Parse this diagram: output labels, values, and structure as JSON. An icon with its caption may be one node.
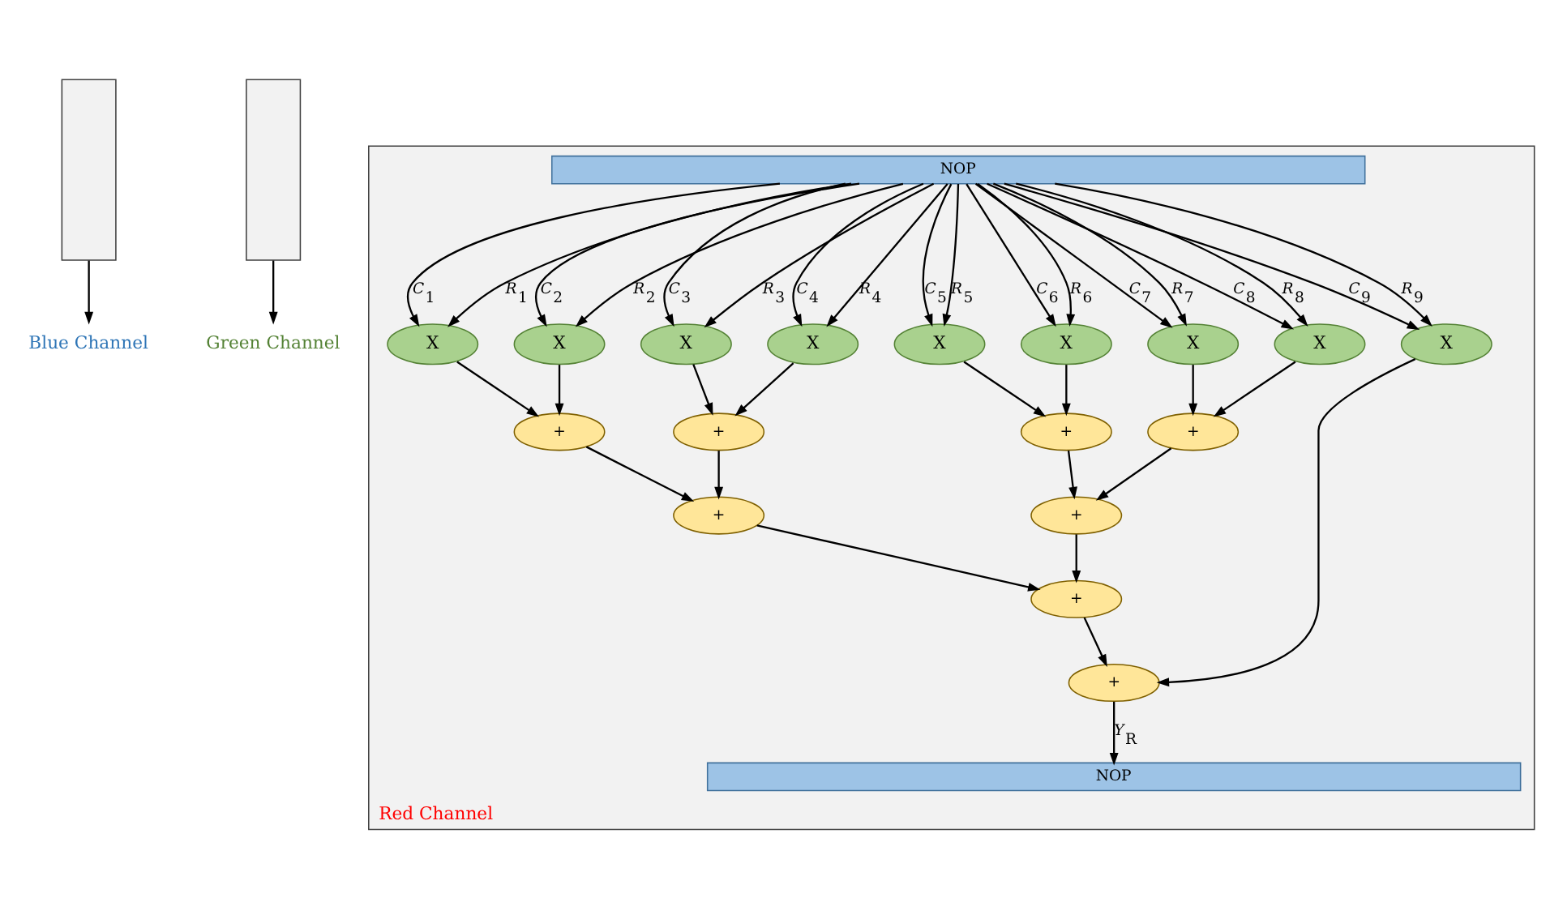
{
  "diagram": {
    "nodes": [
      {
        "text": [],
        "shape": "box"
      },
      {
        "text": [],
        "shape": "box"
      },
      {
        "text": [
          "Red Channel"
        ]
      },
      {
        "text": [
          "NOP"
        ],
        "in": 2
      },
      {
        "text": [
          "X"
        ],
        "in": 2
      },
      {
        "text": [
          "X"
        ],
        "in": 2
      },
      {
        "text": [
          "X"
        ],
        "in": 2
      },
      {
        "text": [
          "X"
        ],
        "in": 2
      },
      {
        "text": [
          "X"
        ],
        "in": 2
      },
      {
        "text": [
          "X"
        ],
        "in": 2
      },
      {
        "text": [
          "X"
        ],
        "in": 2
      },
      {
        "text": [
          "X"
        ],
        "in": 2
      },
      {
        "text": [
          "X"
        ],
        "in": 2
      },
      {
        "text": [
          "+"
        ],
        "in": 2
      },
      {
        "text": [
          "+"
        ],
        "in": 2
      },
      {
        "text": [
          "+"
        ],
        "in": 2
      },
      {
        "text": [
          "+"
        ],
        "in": 2
      },
      {
        "text": [
          "+"
        ],
        "in": 2
      },
      {
        "text": [
          "+"
        ],
        "in": 2
      },
      {
        "text": [
          "+"
        ],
        "in": 2
      },
      {
        "text": [
          "+"
        ],
        "in": 2
      },
      {
        "text": [
          "NOP"
        ],
        "in": 2
      },
      {
        "text": [
          "Green Channel"
        ]
      },
      {
        "text": [
          "Blue Channel"
        ]
      }
    ],
    "edges": [
      {
        "from": 3,
        "to": 4,
        "arrow": "to",
        "label": "*C*$_{1}$"
      },
      {
        "from": 3,
        "to": 4,
        "arrow": "to",
        "label": "*R*$_{1}$"
      },
      {
        "from": 3,
        "to": 5,
        "arrow": "to",
        "label": "*C*$_{2}$"
      },
      {
        "from": 3,
        "to": 5,
        "arrow": "to",
        "label": "*R*$_{2}$"
      },
      {
        "from": 3,
        "to": 6,
        "arrow": "to",
        "label": "*C*$_{3}$"
      },
      {
        "from": 3,
        "to": 6,
        "arrow": "to",
        "label": "*R*$_{3}$"
      },
      {
        "from": 3,
        "to": 7,
        "arrow": "to",
        "label": "*C*$_{4}$"
      },
      {
        "from": 3,
        "to": 7,
        "arrow": "to",
        "label": "*R*$_{4}$"
      },
      {
        "from": 3,
        "to": 8,
        "arrow": "to",
        "label": "*C*$_{5}$"
      },
      {
        "from": 3,
        "to": 8,
        "arrow": "to",
        "label": "*R*$_{5}$"
      },
      {
        "from": 3,
        "to": 9,
        "arrow": "to",
        "label": "*C*$_{6}$"
      },
      {
        "from": 3,
        "to": 9,
        "arrow": "to",
        "label": "*R*$_{6}$"
      },
      {
        "from": 3,
        "to": 10,
        "arrow": "to",
        "label": "*C*$_{7}$"
      },
      {
        "from": 3,
        "to": 10,
        "arrow": "to",
        "label": "*R*$_{7}$"
      },
      {
        "from": 3,
        "to": 11,
        "arrow": "to",
        "label": "*C*$_{8}$"
      },
      {
        "from": 3,
        "to": 11,
        "arrow": "to",
        "label": "*R*$_{8}$"
      },
      {
        "from": 3,
        "to": 12,
        "arrow": "to",
        "label": "*C*$_{9}$"
      },
      {
        "from": 3,
        "to": 12,
        "arrow": "to",
        "label": "*R*$_{9}$"
      },
      {
        "from": 4,
        "to": 13,
        "arrow": "to"
      },
      {
        "from": 5,
        "to": 13,
        "arrow": "to"
      },
      {
        "from": 6,
        "to": 14,
        "arrow": "to"
      },
      {
        "from": 7,
        "to": 14,
        "arrow": "to"
      },
      {
        "from": 8,
        "to": 15,
        "arrow": "to"
      },
      {
        "from": 9,
        "to": 15,
        "arrow": "to"
      },
      {
        "from": 10,
        "to": 16,
        "arrow": "to"
      },
      {
        "from": 11,
        "to": 16,
        "arrow": "to"
      },
      {
        "from": 13,
        "to": 17,
        "arrow": "to"
      },
      {
        "from": 14,
        "to": 17,
        "arrow": "to"
      },
      {
        "from": 15,
        "to": 18,
        "arrow": "to"
      },
      {
        "from": 16,
        "to": 18,
        "arrow": "to"
      },
      {
        "from": 17,
        "to": 19,
        "arrow": "to"
      },
      {
        "from": 18,
        "to": 19,
        "arrow": "to"
      },
      {
        "from": 19,
        "to": 20,
        "arrow": "to"
      },
      {
        "from": 12,
        "to": 20,
        "arrow": "to"
      },
      {
        "from": 20,
        "to": 21,
        "arrow": "to",
        "label": "*Y*$_{R}$"
      },
      {
        "from": 1,
        "to": 22,
        "arrow": "to"
      },
      {
        "from": 0,
        "to": 23,
        "arrow": "to"
      }
    ]
  }
}
